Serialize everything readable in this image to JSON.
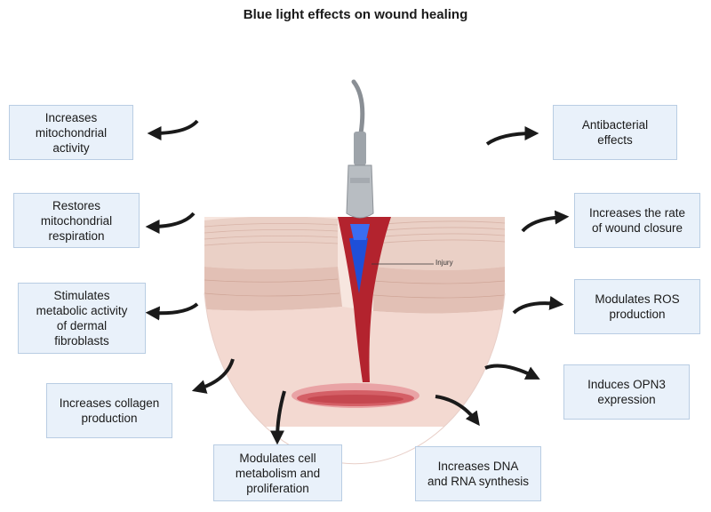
{
  "title": "Blue light effects on wound healing",
  "wound_label": "Injury",
  "effects_left": [
    {
      "lines": [
        "Increases",
        "mitochondrial",
        "activity"
      ]
    },
    {
      "lines": [
        "Restores",
        "mitochondrial",
        "respiration"
      ]
    },
    {
      "lines": [
        "Stimulates",
        "metabolic activity",
        "of dermal",
        "fibroblasts"
      ]
    },
    {
      "lines": [
        "Increases collagen",
        "production"
      ]
    },
    {
      "lines": [
        "Modulates cell",
        "metabolism and",
        "proliferation"
      ]
    }
  ],
  "effects_right": [
    {
      "lines": [
        "Antibacterial",
        "effects"
      ]
    },
    {
      "lines": [
        "Increases the rate",
        "of wound closure"
      ]
    },
    {
      "lines": [
        "Modulates ROS",
        "production"
      ]
    },
    {
      "lines": [
        "Induces OPN3",
        "expression"
      ]
    },
    {
      "lines": [
        "Increases DNA",
        "and RNA synthesis"
      ]
    }
  ],
  "colors": {
    "box_fill": "#e9f1fa",
    "box_border": "#b9cde3",
    "wound_red": "#b3232e",
    "blue_light": "#1e4fd8",
    "skin": "#f1d4cc"
  }
}
